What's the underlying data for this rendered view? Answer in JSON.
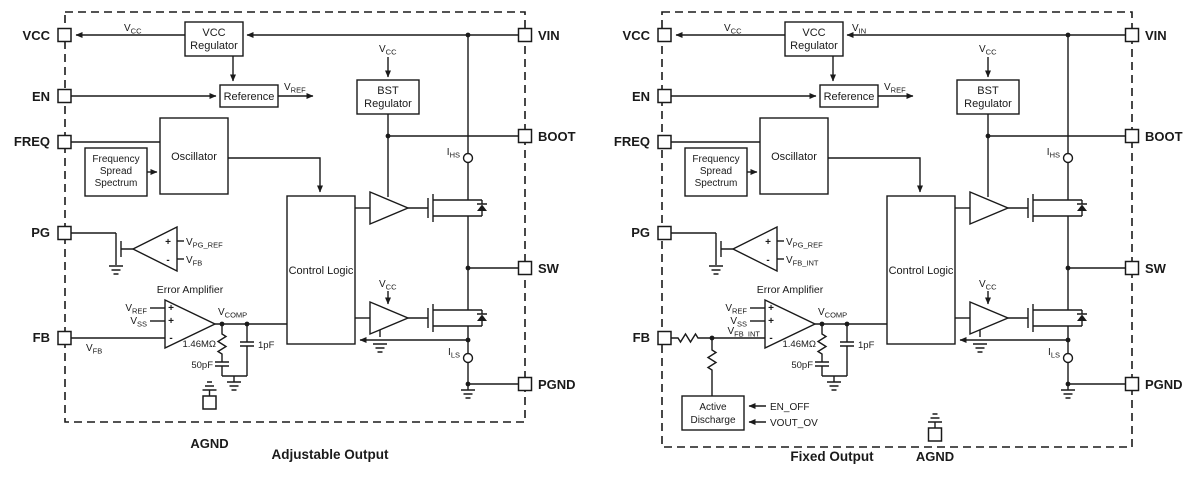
{
  "signs": {
    "plus": "+",
    "minus": "-"
  },
  "left": {
    "title": "Adjustable Output",
    "pins": {
      "vcc": "VCC",
      "en": "EN",
      "freq": "FREQ",
      "pg": "PG",
      "fb": "FB",
      "vin": "VIN",
      "boot": "BOOT",
      "sw": "SW",
      "pgnd": "PGND",
      "agnd": "AGND"
    },
    "blocks": {
      "vcc_reg": [
        "VCC",
        "Regulator"
      ],
      "reference": "Reference",
      "bst_reg": [
        "BST",
        "Regulator"
      ],
      "oscillator": "Oscillator",
      "fss": [
        "Frequency",
        "Spread",
        "Spectrum"
      ],
      "control_logic": "Control Logic",
      "error_amp_title": "Error Amplifier"
    },
    "signals": {
      "vcc_out": {
        "m": "V",
        "s": "CC"
      },
      "vref_out": {
        "m": "V",
        "s": "REF"
      },
      "vcc_bst": {
        "m": "V",
        "s": "CC"
      },
      "ihs": {
        "m": "I",
        "s": "HS"
      },
      "ils": {
        "m": "I",
        "s": "LS"
      },
      "vcc_lsdrv": {
        "m": "V",
        "s": "CC"
      },
      "vpgref": {
        "m": "V",
        "s": "PG_REF"
      },
      "vfb_pg": {
        "m": "V",
        "s": "FB"
      },
      "vref_in": {
        "m": "V",
        "s": "REF"
      },
      "vss": {
        "m": "V",
        "s": "SS"
      },
      "vfb_ea": {
        "m": "V",
        "s": "FB"
      },
      "vcomp": {
        "m": "V",
        "s": "COMP"
      }
    },
    "components": {
      "r1": "1.46MΩ",
      "c1": "50pF",
      "c2": "1pF"
    }
  },
  "right": {
    "title": "Fixed Output",
    "pins": {
      "vcc": "VCC",
      "en": "EN",
      "freq": "FREQ",
      "pg": "PG",
      "fb": "FB",
      "vin": "VIN",
      "boot": "BOOT",
      "sw": "SW",
      "pgnd": "PGND",
      "agnd": "AGND"
    },
    "blocks": {
      "vcc_reg": [
        "VCC",
        "Regulator"
      ],
      "reference": "Reference",
      "bst_reg": [
        "BST",
        "Regulator"
      ],
      "oscillator": "Oscillator",
      "fss": [
        "Frequency",
        "Spread",
        "Spectrum"
      ],
      "control_logic": "Control Logic",
      "error_amp_title": "Error Amplifier",
      "active_discharge": [
        "Active",
        "Discharge"
      ]
    },
    "signals": {
      "vcc_out": {
        "m": "V",
        "s": "CC"
      },
      "vin_top": {
        "m": "V",
        "s": "IN"
      },
      "vref_out": {
        "m": "V",
        "s": "REF"
      },
      "vcc_bst": {
        "m": "V",
        "s": "CC"
      },
      "ihs": {
        "m": "I",
        "s": "HS"
      },
      "ils": {
        "m": "I",
        "s": "LS"
      },
      "vcc_lsdrv": {
        "m": "V",
        "s": "CC"
      },
      "vpgref": {
        "m": "V",
        "s": "PG_REF"
      },
      "vfb_pg": {
        "m": "V",
        "s": "FB_INT"
      },
      "vref_in": {
        "m": "V",
        "s": "REF"
      },
      "vss": {
        "m": "V",
        "s": "SS"
      },
      "vfb_ea": {
        "m": "V",
        "s": "FB_INT"
      },
      "vcomp": {
        "m": "V",
        "s": "COMP"
      }
    },
    "components": {
      "r1": "1.46MΩ",
      "c1": "50pF",
      "c2": "1pF"
    },
    "labels": {
      "en_off": "EN_OFF",
      "vout_ov": "VOUT_OV"
    }
  }
}
